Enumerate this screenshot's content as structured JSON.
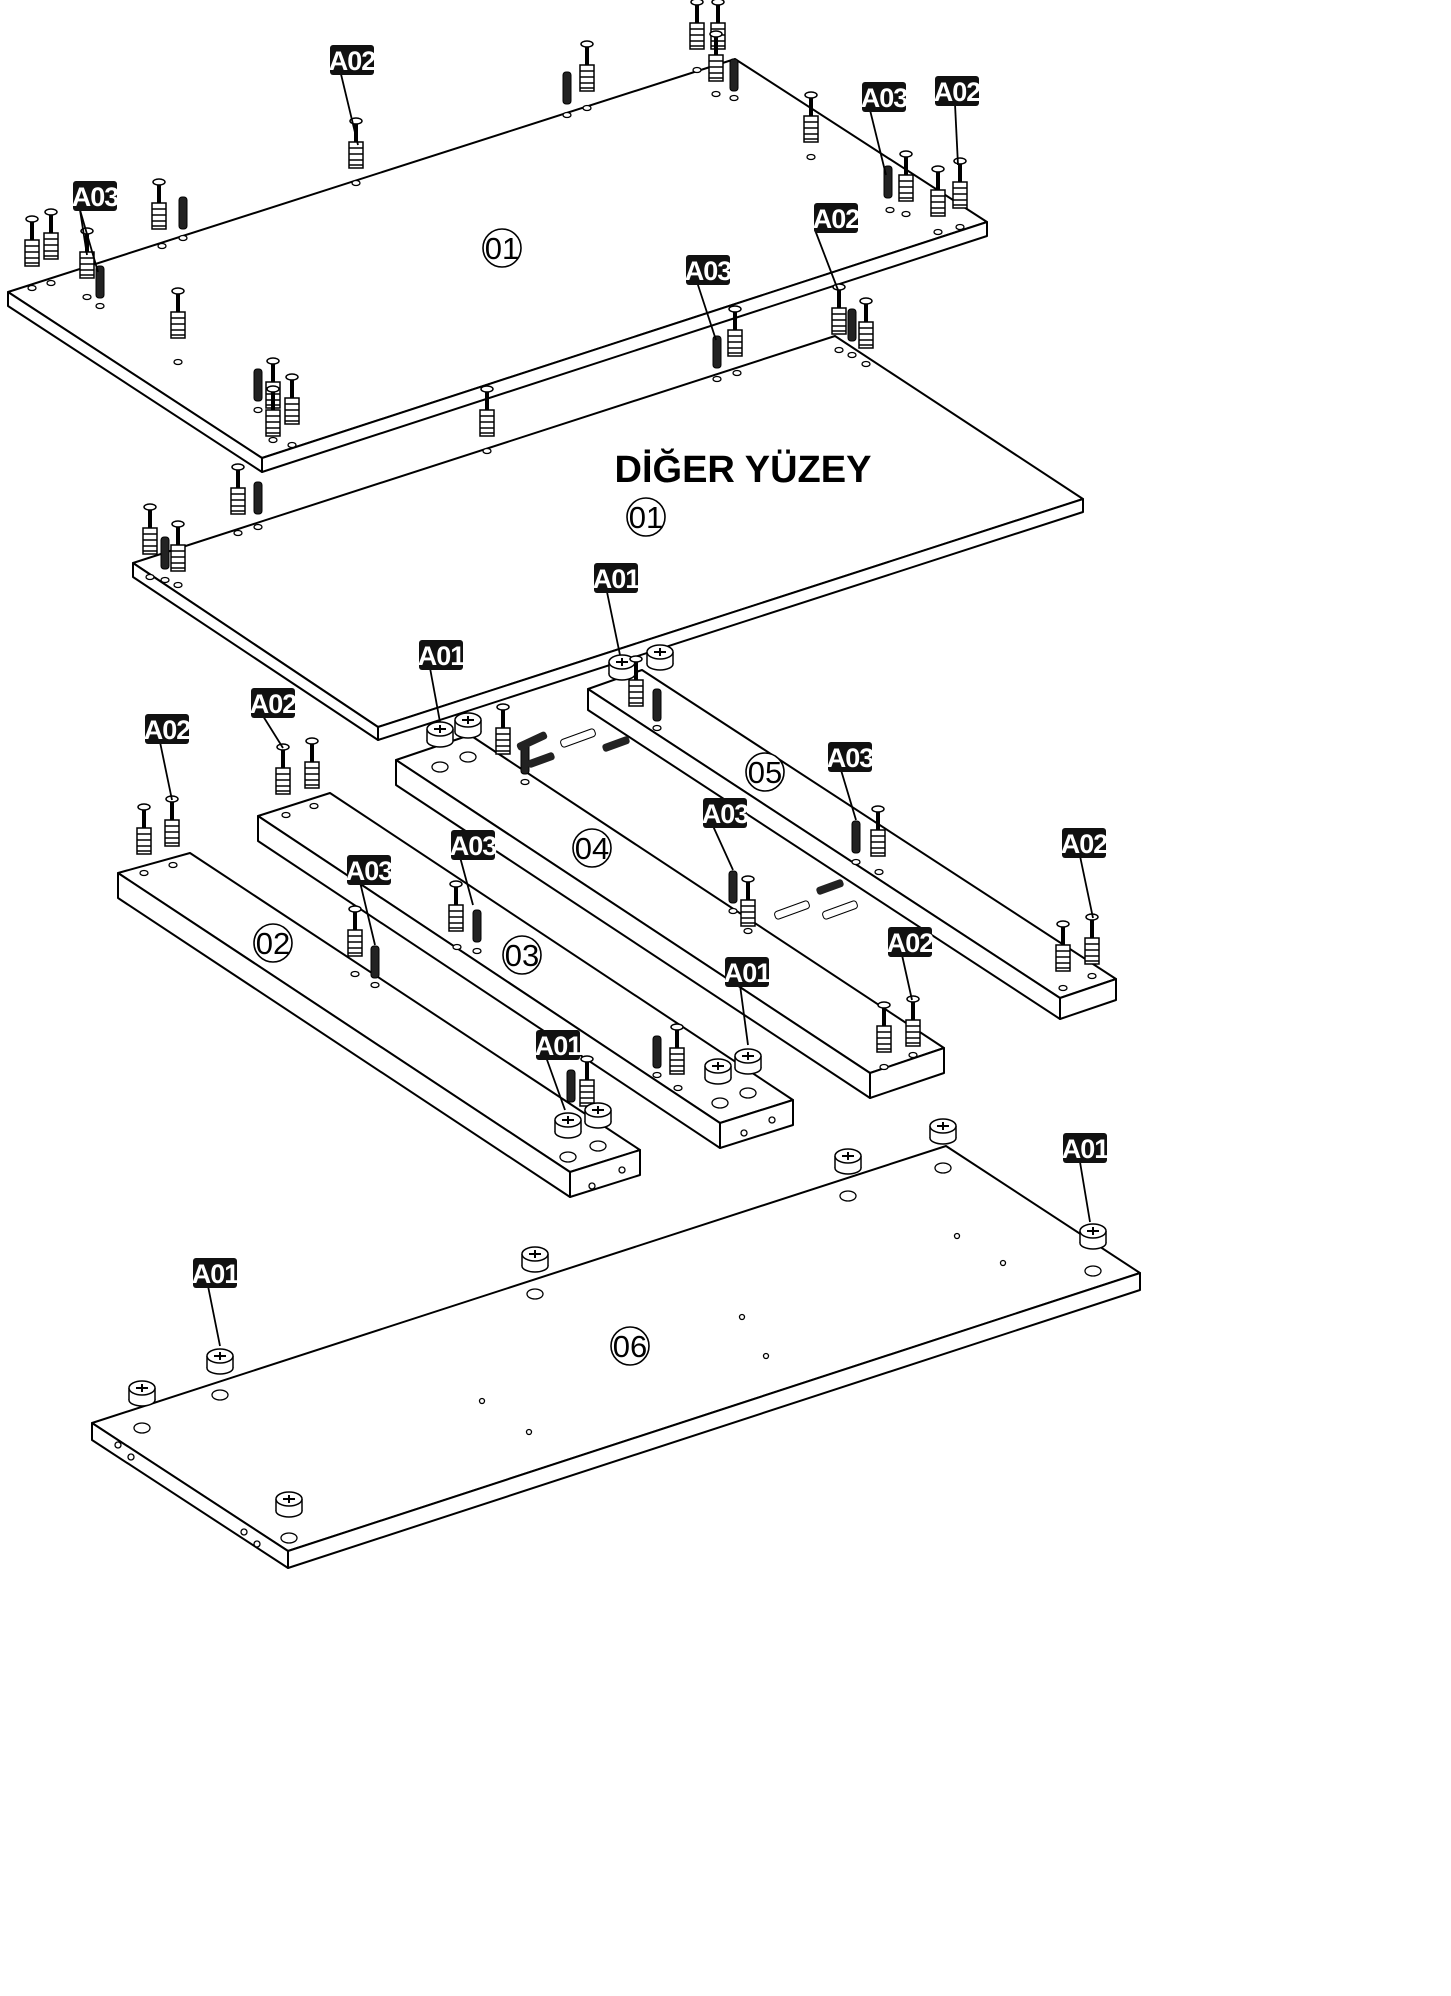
{
  "panels": [
    {
      "id": "top-panel",
      "label": "01"
    },
    {
      "id": "top-panel-other-side",
      "label": "01",
      "caption": "DİĞER YÜZEY"
    },
    {
      "id": "rail-02",
      "label": "02"
    },
    {
      "id": "rail-03",
      "label": "03"
    },
    {
      "id": "rail-04",
      "label": "04"
    },
    {
      "id": "rail-05",
      "label": "05"
    },
    {
      "id": "bottom-panel",
      "label": "06"
    }
  ],
  "part_tags": [
    "A01",
    "A02",
    "A03"
  ],
  "callouts": [
    "A02",
    "A03",
    "A02",
    "A03",
    "A02",
    "A03",
    "A01",
    "A01",
    "A02",
    "A02",
    "A03",
    "A03",
    "A03",
    "A02",
    "A03",
    "A02",
    "A01",
    "A01",
    "A01",
    "A01"
  ],
  "colors": {
    "line": "#000000",
    "tag_fill": "#111111",
    "tag_text": "#ffffff",
    "background": "#ffffff"
  }
}
